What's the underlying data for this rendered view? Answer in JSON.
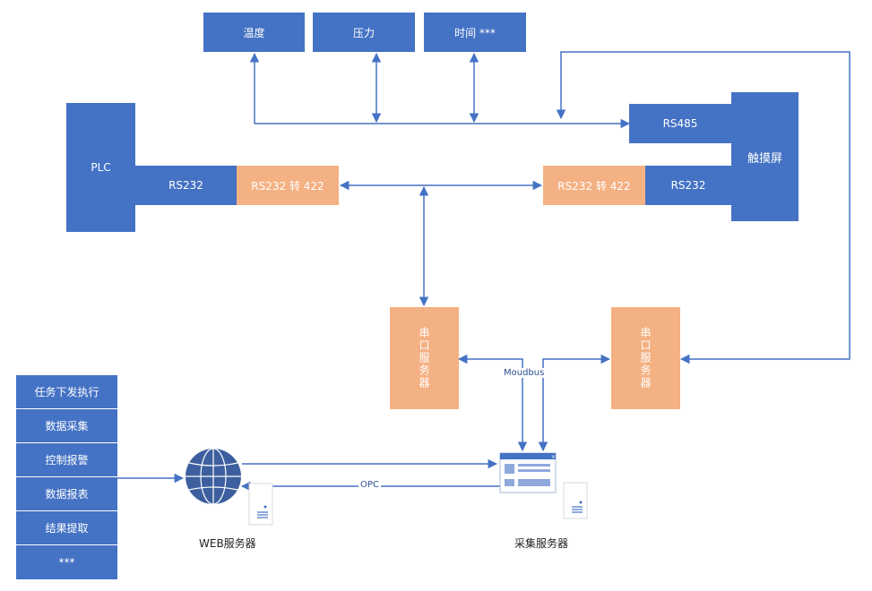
{
  "sensors": {
    "temperature": "温度",
    "pressure": "压力",
    "time": "时间 ***"
  },
  "plc": {
    "label": "PLC",
    "port": "RS232",
    "converter": "RS232 转 422"
  },
  "touchscreen": {
    "label": "触摸屏",
    "rs485": "RS485",
    "port": "RS232",
    "converter": "RS232 转 422"
  },
  "serial_servers": {
    "left": "串口服务器",
    "right": "串口服务器"
  },
  "links": {
    "modbus": "Moudbus",
    "opc": "OPC"
  },
  "web_server": {
    "label": "WEB服务器"
  },
  "collect_server": {
    "label": "采集服务器"
  },
  "menu": {
    "items": [
      "任务下发执行",
      "数据采集",
      "控制报警",
      "数据报表",
      "结果提取",
      "***"
    ]
  },
  "colors": {
    "blue": "#4472c4",
    "orange": "#f4b183",
    "line": "#4472c4"
  }
}
